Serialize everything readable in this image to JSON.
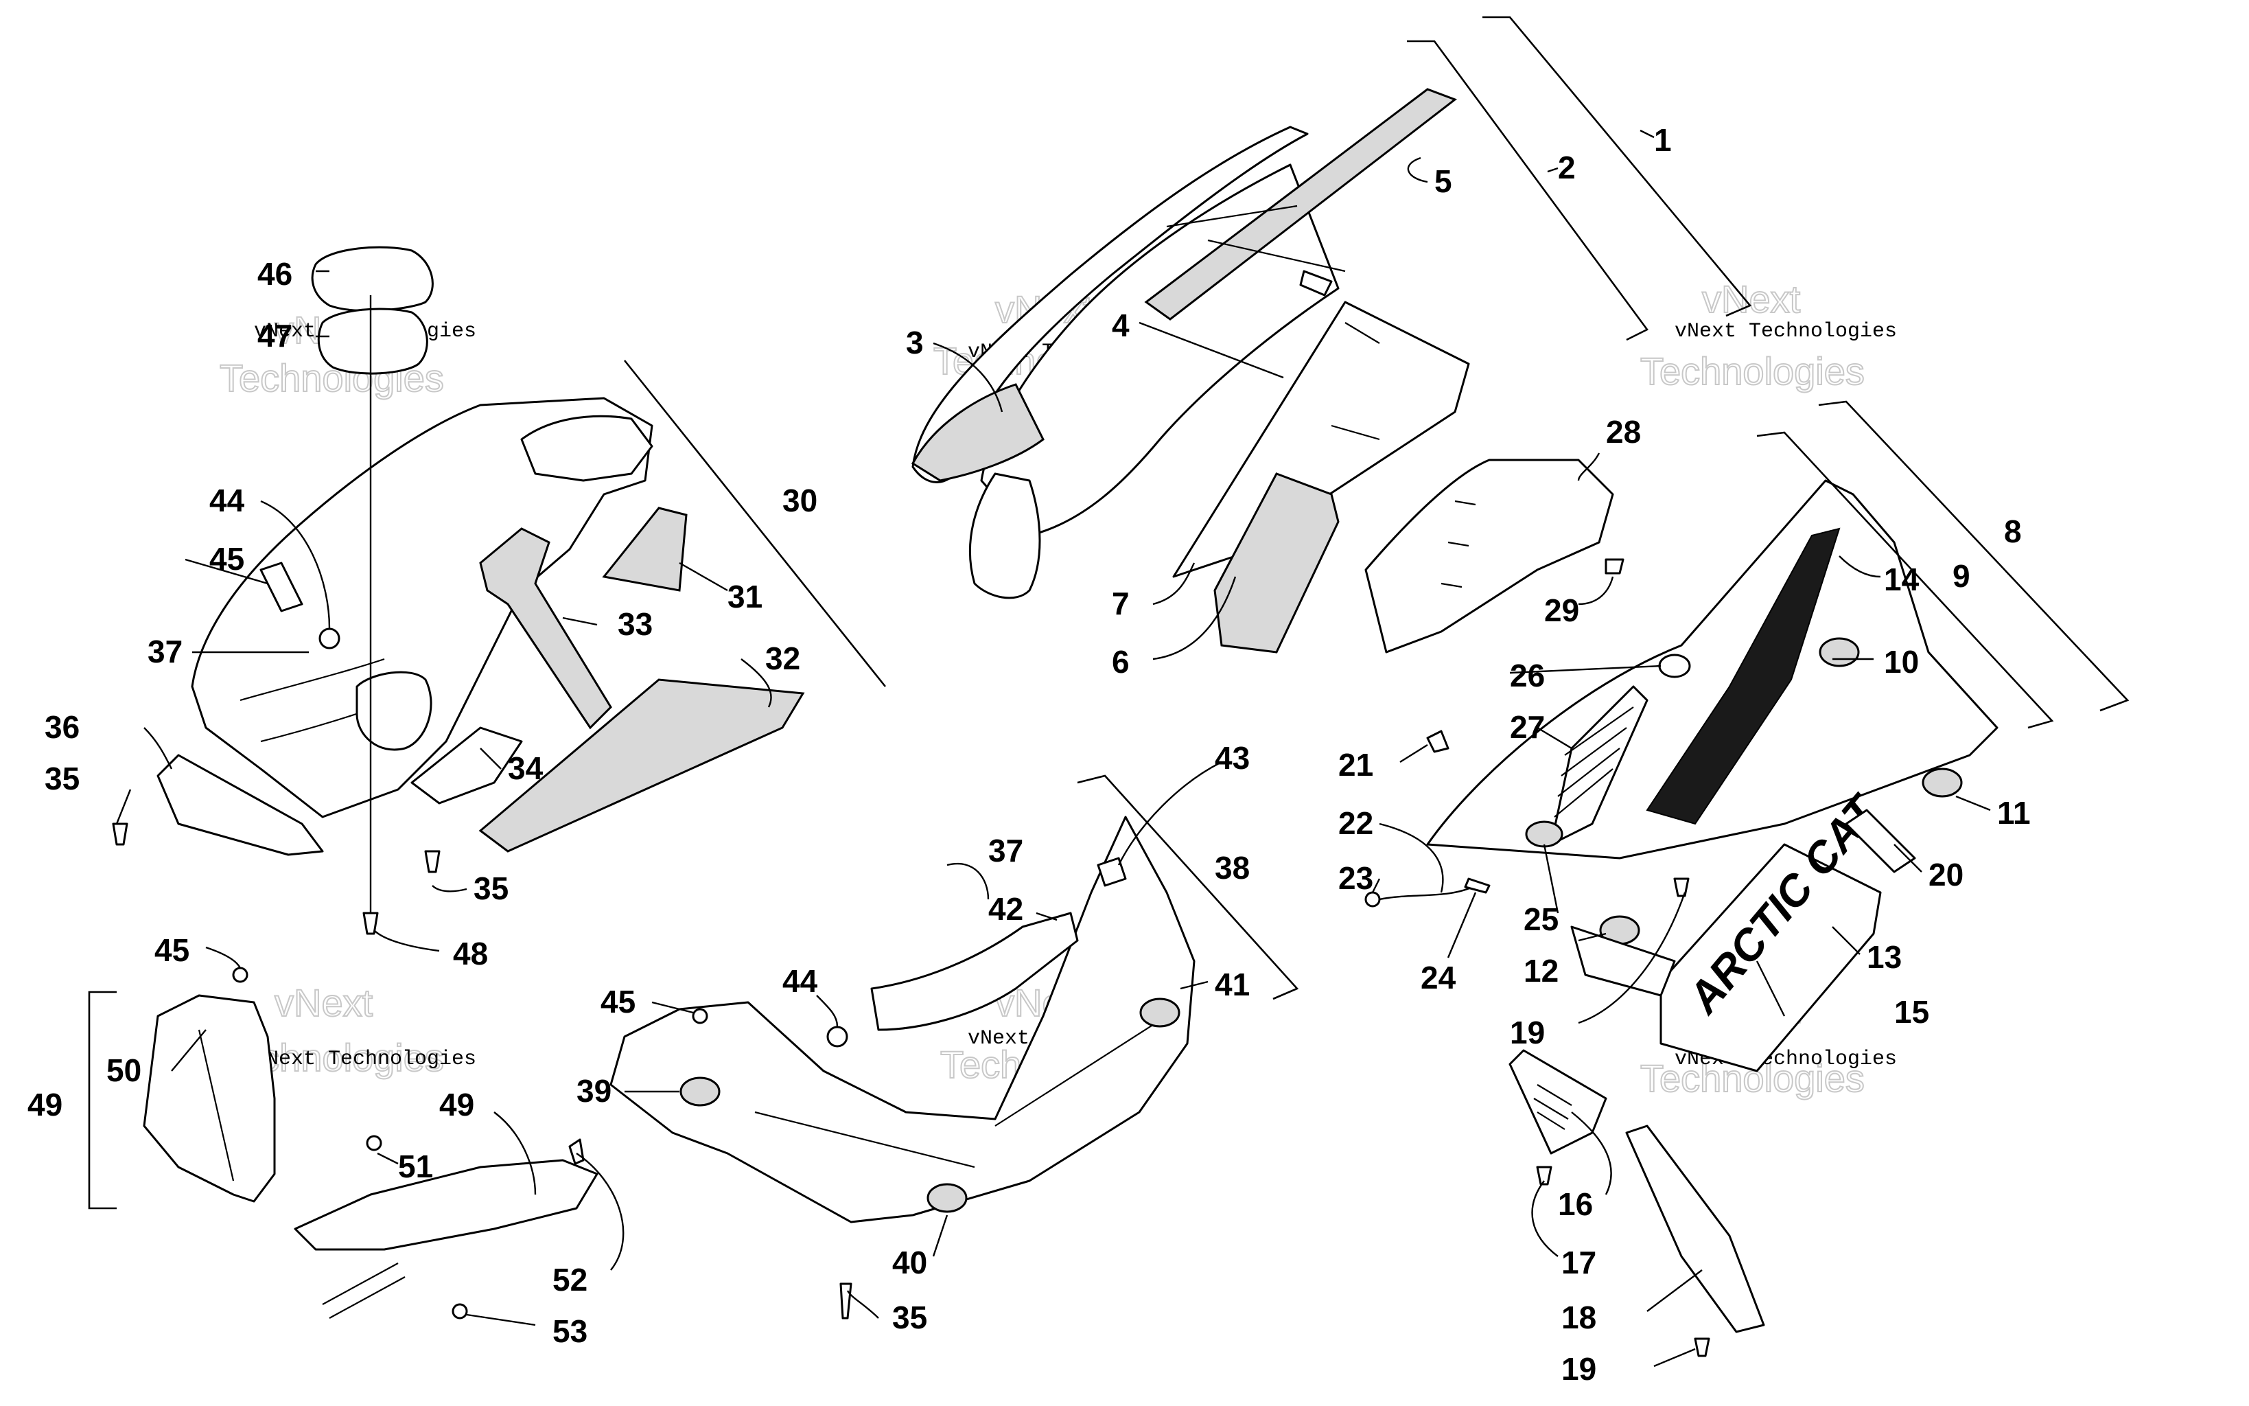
{
  "callouts": {
    "c1": "1",
    "c2": "2",
    "c3": "3",
    "c4": "4",
    "c5": "5",
    "c6": "6",
    "c7": "7",
    "c8": "8",
    "c9": "9",
    "c10": "10",
    "c11": "11",
    "c12": "12",
    "c13": "13",
    "c14": "14",
    "c15": "15",
    "c16": "16",
    "c17": "17",
    "c18": "18",
    "c19a": "19",
    "c19b": "19",
    "c20": "20",
    "c21": "21",
    "c22": "22",
    "c23": "23",
    "c24": "24",
    "c25": "25",
    "c26": "26",
    "c27": "27",
    "c28": "28",
    "c29": "29",
    "c30": "30",
    "c31": "31",
    "c32": "32",
    "c33": "33",
    "c34": "34",
    "c35a": "35",
    "c35b": "35",
    "c35c": "35",
    "c36": "36",
    "c37a": "37",
    "c37b": "37",
    "c38": "38",
    "c39": "39",
    "c40": "40",
    "c41": "41",
    "c42": "42",
    "c43": "43",
    "c44a": "44",
    "c44b": "44",
    "c45a": "45",
    "c45b": "45",
    "c45c": "45",
    "c46": "46",
    "c47": "47",
    "c48": "48",
    "c49a": "49",
    "c49b": "49",
    "c50": "50",
    "c51": "51",
    "c52": "52",
    "c53": "53"
  },
  "watermark": {
    "line1": "vNext Technologies",
    "brand_a": "vNext",
    "brand_b": "Technologies"
  },
  "decals": {
    "side_panel_logo": "ARCTIC CAT"
  },
  "colors": {
    "line": "#000000",
    "background": "#ffffff",
    "foam": "#d9d9d9",
    "watermark": "#c8c8c8"
  }
}
